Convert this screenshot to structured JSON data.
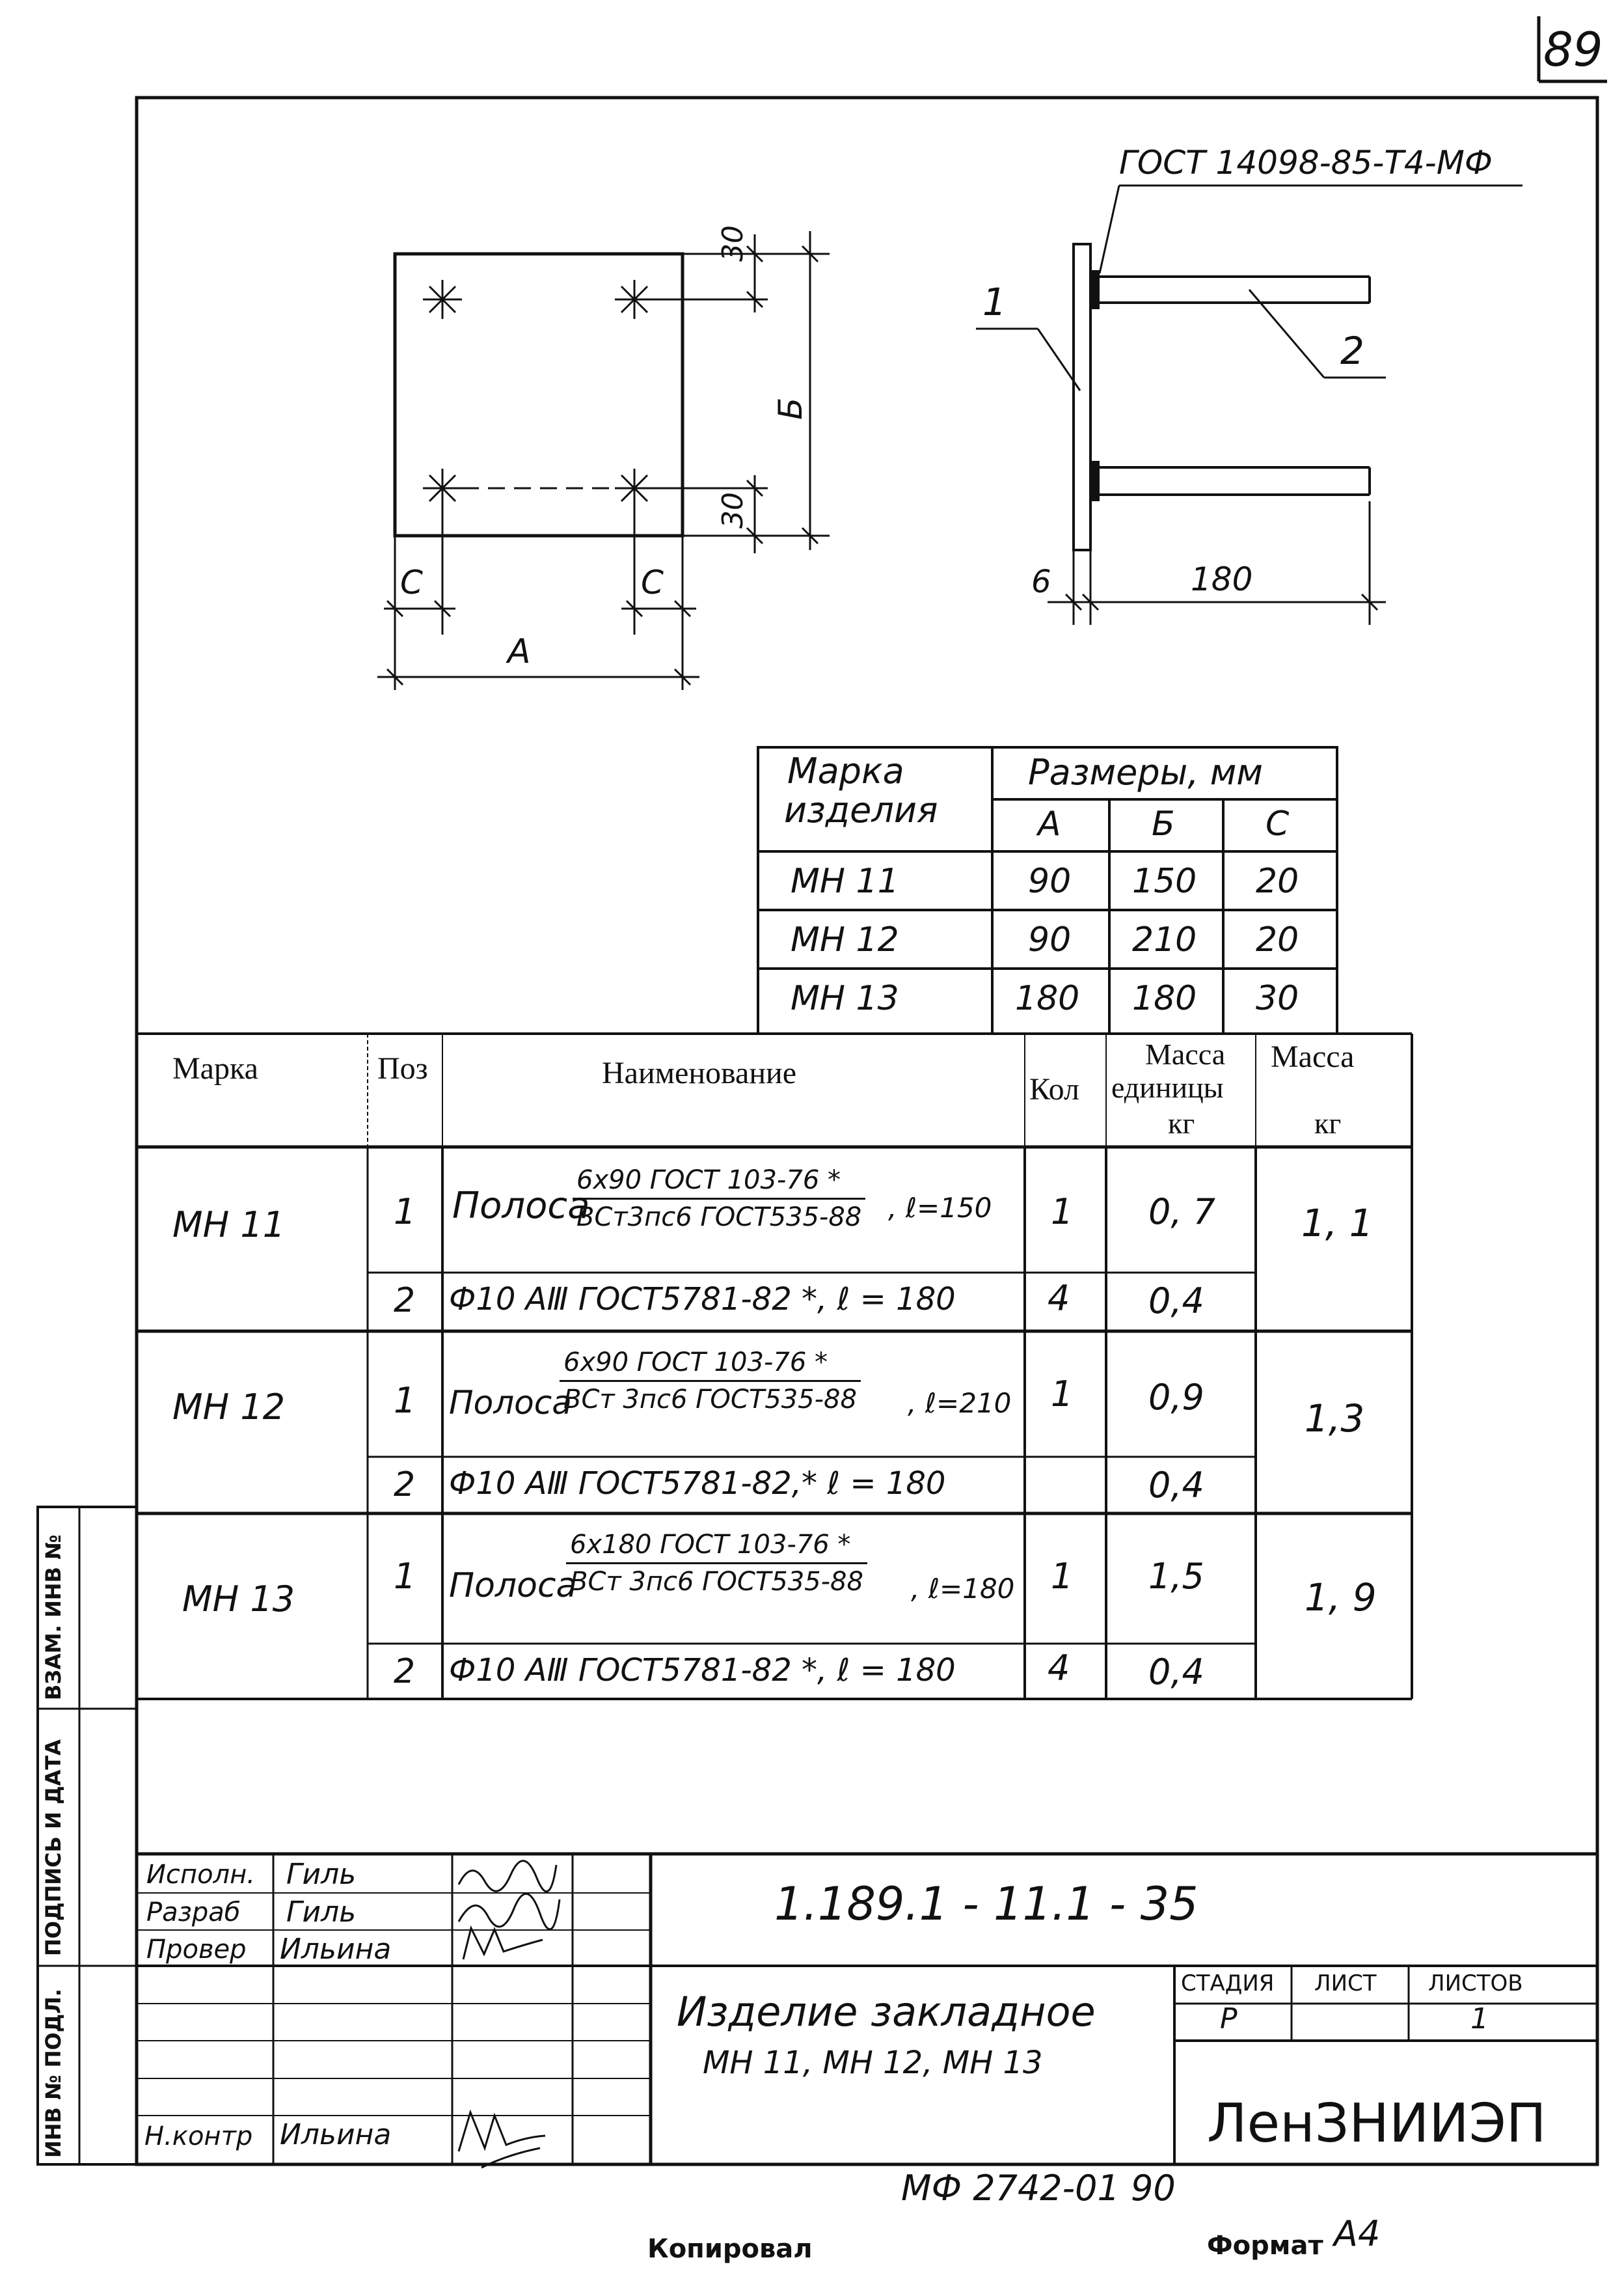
{
  "sheet_number": "89",
  "drawing": {
    "weld_gost": "ГОСТ 14098-85-Т4-МФ",
    "pos1": "1",
    "pos2": "2",
    "dim_30_top": "30",
    "dim_30_bottom": "30",
    "dim_b": "Б",
    "dim_c_left": "С",
    "dim_c_right": "С",
    "dim_a": "А",
    "dim_6": "6",
    "dim_180": "180"
  },
  "sizes_table": {
    "mark_header_line1": "Марка",
    "mark_header_line2": "изделия",
    "sizes_header": "Размеры, мм",
    "col_a": "А",
    "col_b": "Б",
    "col_c": "С",
    "rows": [
      {
        "mark": "МН 11",
        "a": "90",
        "b": "150",
        "c": "20"
      },
      {
        "mark": "МН 12",
        "a": "90",
        "b": "210",
        "c": "20"
      },
      {
        "mark": "МН 13",
        "a": "180",
        "b": "180",
        "c": "30"
      }
    ]
  },
  "spec_table": {
    "h_mark": "Марка",
    "h_pos": "Поз",
    "h_name": "Наименование",
    "h_qty": "Кол",
    "h_unit_mass_1": "Масса",
    "h_unit_mass_2": "единицы",
    "h_unit_mass_3": "кг",
    "h_mass_1": "Масса",
    "h_mass_2": "кг",
    "groups": [
      {
        "mark": "МН 11",
        "total": "1, 1",
        "rows": [
          {
            "pos": "1",
            "name_prefix": "Полоса",
            "num": "6x90 ГОСТ 103-76 *",
            "den": "ВСт3пс6 ГОСТ535-88",
            "suffix": ", ℓ=150",
            "qty": "1",
            "unit": "0, 7"
          },
          {
            "pos": "2",
            "name": "Ф10 АⅢ ГОСТ5781-82 *, ℓ = 180",
            "qty": "4",
            "unit": "0,4"
          }
        ]
      },
      {
        "mark": "МН 12",
        "total": "1,3",
        "rows": [
          {
            "pos": "1",
            "name_prefix": "Полоса",
            "num": "6x90 ГОСТ 103-76 *",
            "den": "ВСт 3пс6 ГОСТ535-88",
            "suffix": ", ℓ=210",
            "qty": "1",
            "unit": "0,9"
          },
          {
            "pos": "2",
            "name": "Ф10 АⅢ ГОСТ5781-82,* ℓ = 180",
            "qty": "",
            "unit": "0,4"
          }
        ]
      },
      {
        "mark": "МН 13",
        "total": "1, 9",
        "rows": [
          {
            "pos": "1",
            "name_prefix": "Полоса",
            "num": "6x180 ГОСТ 103-76 *",
            "den": "ВСт 3пс6 ГОСТ535-88",
            "suffix": ", ℓ=180",
            "qty": "1",
            "unit": "1,5"
          },
          {
            "pos": "2",
            "name": "Ф10 АⅢ ГОСТ5781-82 *, ℓ = 180",
            "qty": "4",
            "unit": "0,4"
          }
        ]
      }
    ]
  },
  "side_stamp": {
    "vzam": "ВЗАМ. ИНВ №",
    "podpis": "ПОДПИСЬ И ДАТА",
    "invpodl": "ИНВ № ПОДЛ."
  },
  "title_block": {
    "roles": [
      {
        "role": "Исполн.",
        "name": "Гиль"
      },
      {
        "role": "Разраб",
        "name": "Гиль"
      },
      {
        "role": "Провер",
        "name": "Ильина"
      },
      {
        "role": "Н.контр",
        "name": "Ильина"
      }
    ],
    "doc_code": "1.189.1 - 11.1 - 35",
    "title_line1": "Изделие закладное",
    "title_line2": "МН 11, МН 12, МН 13",
    "stage_label": "СТАДИЯ",
    "sheet_label": "ЛИСТ",
    "sheets_label": "ЛИСТОВ",
    "stage": "Р",
    "sheet": "",
    "sheets": "1",
    "org": "ЛенЗНИИЭП"
  },
  "footer": {
    "code": "МФ 2742-01  90",
    "copied": "Копировал",
    "format_label": "Формат",
    "format_value": "А4"
  }
}
